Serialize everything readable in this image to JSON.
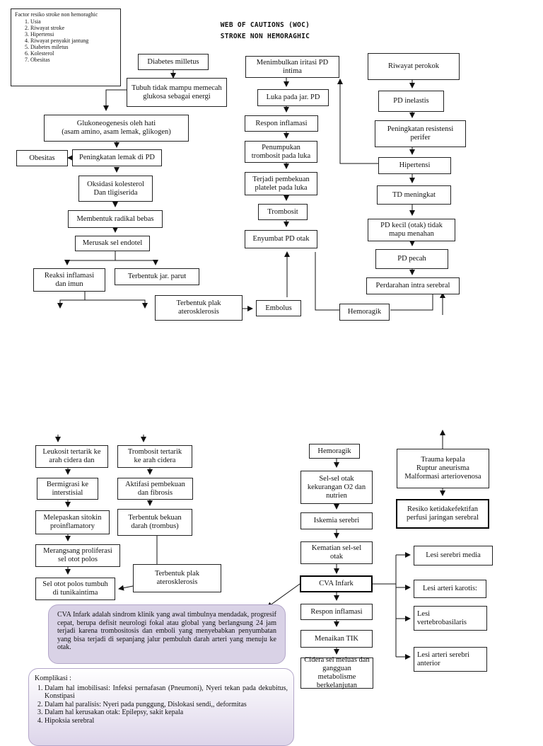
{
  "title": {
    "line1": "WEB OF CAUTIONS (WOC)",
    "line2": "STROKE NON HEMORAGHIC"
  },
  "legend": {
    "heading": "Factor resiko stroke non hemoraghic",
    "items": [
      "Usia",
      "Riwayat stroke",
      "Hipertensi",
      "Riwayat penyakit jantung",
      "Diabetes miletus",
      "Kolesterol",
      "Obesitas"
    ]
  },
  "nodes": {
    "diabetes": "Diabetes milletus",
    "tubuh": "Tubuh tidak mampu memecah\nglukosa sebagai energi",
    "glukoneo": "Glukoneogenesis oleh hati\n(asam amino, asam lemak, glikogen)",
    "obesitas": "Obesitas",
    "lemak": "Peningkatan lemak di PD",
    "oksidasi": "Oksidasi kolesterol\nDan tligiserida",
    "radikal": "Membentuk radikal bebas",
    "merusak": "Merusak sel endotel",
    "reaksi": "Reaksi inflamasi\ndan imun",
    "parut": "Terbentuk jar. parut",
    "plak1": "Terbentuk plak\naterosklerosis",
    "embolus": "Embolus",
    "iritasi": "Menimbulkan iritasi PD\nintima",
    "luka": "Luka pada jar. PD",
    "respon1": "Respon inflamasi",
    "penumpukan": "Penumpukan\ntrombosit pada luka",
    "pembekuan": "Terjadi pembekuan\nplatelet pada luka",
    "trombosit": "Trombosit",
    "enyumbat": "Enyumbat PD otak",
    "perokok": "Riwayat perokok",
    "inelastis": "PD inelastis",
    "resistensi": "Peningkatan resistensi\nperifer",
    "hipertensi": "Hipertensi",
    "td": "TD meningkat",
    "pdkecil": "PD kecil (otak) tidak\nmapu menahan",
    "pecah": "PD pecah",
    "perdarahan": "Perdarahan intra serebral",
    "hemoragik1": "Hemoragik",
    "leukosit": "Leukosit tertarik ke\narah cidera dan",
    "migrasi": "Bermigrasi ke\ninterstisial",
    "sitokin": "Melepaskan sitokin\nproinflamatory",
    "proliferasi": "Merangsang proliferasi\nsel otot polos",
    "otot": "Sel otot polos tumbuh\ndi tunikaintima",
    "trombosit2": "Trombosit tertarik\nke arah cidera",
    "aktifasi": "Aktifasi pembekuan\ndan fibrosis",
    "bekuan": "Terbentuk bekuan\ndarah (trombus)",
    "plak2": "Terbentuk plak\naterosklerosis",
    "hemoragik2": "Hemoragik",
    "selotak": "Sel-sel otak\nkekurangan O2 dan\nnutrien",
    "iskemia": "Iskemia serebri",
    "kematian": "Kematian sel-sel\notak",
    "cva": "CVA Infark",
    "respon2": "Respon inflamasi",
    "tik": "Menaikan TIK",
    "cidera": "Cidera sel meluas dan\ngangguan metabolisme\nberkelanjutan",
    "trauma": "Trauma kepala\nRuptur aneurisma\nMalformasi arteriovenosa",
    "resiko": "Resiko ketidakefektifan\nperfusi jaringan serebral",
    "lesi1": "Lesi serebri media",
    "lesi2": "Lesi arteri karotis:",
    "lesi3": "Lesi\nvertebrobasilaris",
    "lesi4": "Lesi arteri serebri\nanterior"
  },
  "definition": "CVA Infark adalah sindrom klinik yang awal timbulnya mendadak, progresif cepat, berupa defisit neurologi fokal atau global yang berlangsung 24 jam terjadi karena trombositosis dan emboli yang menyebabkan penyumbatan yang bisa terjadi di sepanjang jalur pembuluh darah arteri yang menuju ke otak.",
  "komplikasi": {
    "heading": "Komplikasi :",
    "items": [
      "Dalam hal imobilisasi: Infeksi pernafasan (Pneumoni), Nyeri tekan pada dekubitus, Konstipasi",
      "Dalam hal paralisis: Nyeri pada punggung, Dislokasi sendi,, deformitas",
      "Dalam hal kerusakan otak: Epilepsy, sakit kepala",
      "Hipoksia serebral"
    ]
  }
}
